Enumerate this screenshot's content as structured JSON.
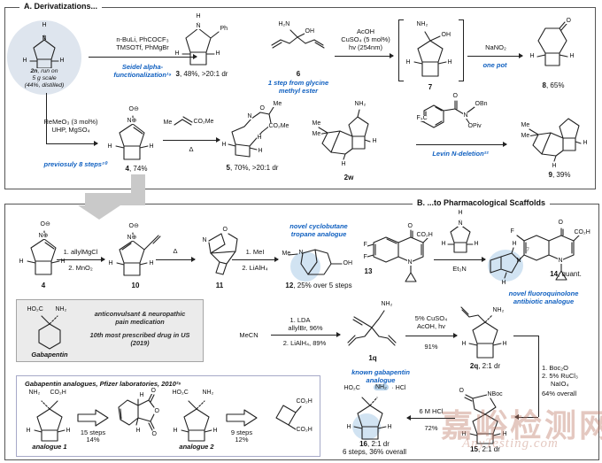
{
  "colors": {
    "annotation_blue": "#1060c0",
    "highlight_blue": "#b5d2ea",
    "panel_gray": "#ebebeb",
    "circle_fill": "#dee5ee",
    "gray_arrow": "#c9c9c9",
    "watermark": "rgba(190,125,105,0.42)"
  },
  "atoms": {
    "H": "H",
    "N": "N",
    "O": "O",
    "NH2": "NH₂",
    "H2N": "H₂N",
    "OH": "OH",
    "Me": "Me",
    "Ph": "Ph",
    "F": "F",
    "F3C": "F₃C",
    "CO2Me": "CO₂Me",
    "CO2H": "CO₂H",
    "HO2C": "HO₂C",
    "NBoc": "NBoc",
    "OBn": "OBn",
    "OPiv": "OPiv",
    "Om": "O⊖",
    "Np": "N⊕",
    "HCl": "· HCl",
    "pos7": "7"
  },
  "txt": {
    "a_title": "A. Derivatizations...",
    "b_title": "B. ...to Pharmacological Scaffolds",
    "c2n_1": "2n",
    "c2n_2": ", run on",
    "c2n_3": "5 g scale",
    "c2n_4": "(44%, distilled)",
    "r1a": "n-BuLi, PhCOCF₃",
    "r1b": "TMSOTf, PhMgBr",
    "r1n1": "Seidel alpha-",
    "r1n2": "functionalization¹⁹",
    "c3n": "3",
    "c3r": ", 48%, >20:1 dr",
    "c6n": "6",
    "c6n1": "1 step from glycine",
    "c6n2": "methyl ester",
    "r2a": "AcOH",
    "r2b": "CuSO₄ (5 mol%)",
    "r2c": "hv (254nm)",
    "c7n": "7",
    "r3a": "NaNO₂",
    "r3n": "one pot",
    "c8n": "8",
    "c8r": ", 65%",
    "r4a": "ReMeO₃ (3 mol%)",
    "r4b": "UHP, MgSO₄",
    "r4n": "previosuly 8 steps²⁰",
    "c4n": "4",
    "c4r": ", 74%",
    "r5n": "Δ",
    "c5n": "5",
    "c5r": ", 70%, >20:1 dr",
    "c2wn": "2w",
    "r6n": "Levin N-deletion²²",
    "c9n": "9",
    "c9r": ", 39%",
    "c4bn": "4",
    "rb1a": "1. allylMgCl",
    "rb1b": "2. MnO₂",
    "c10n": "10",
    "rb2a": "Δ",
    "c11n": "11",
    "rb3a": "1. MeI",
    "rb3b": "2. LiAlH₄",
    "c12n": "12",
    "c12r": ", 25% over 5 steps",
    "c12n1": "novel cyclobutane",
    "c12n2": "tropane analogue",
    "c13n": "13",
    "rb4b": "Et₃N",
    "c14n": "14",
    "c14r": ", quant.",
    "c14n1": "novel fluoroquinolone",
    "c14n2": "antibiotic analogue",
    "gaba": "Gabapentin",
    "g1": "anticonvulsant & neuropathic",
    "g2": "pain medication",
    "g3": "10th most prescribed drug in US",
    "g4": "(2019)",
    "mecn": "MeCN",
    "rb5a": "1. LDA",
    "rb5b": "allylBr, 96%",
    "rb5c": "2. LiAlH₄, 89%",
    "c1qn": "1q",
    "rb6a": "5% CuSO₄",
    "rb6b": "AcOH, hv",
    "rb6c": "91%",
    "c2qn": "2q",
    "c2qr": ", 2:1 dr",
    "rb7a": "1. Boc₂O",
    "rb7b": "2. 5% RuCl₃",
    "rb7c": "NaIO₄",
    "rb7d": "64% overall",
    "c15n": "15",
    "c15r": ", 2:1 dr",
    "rb8a": "6 M HCl",
    "rb8b": "72%",
    "c16n": "16",
    "c16r": ", 2:1 dr",
    "c16s": "6 steps, 36% overall",
    "c16n1": "known gabapentin",
    "c16n2": "analogue",
    "pfz": "Gabapentin analogues, Pfizer laboratories, 2010²⁵",
    "an1": "analogue 1",
    "p1a": "15 steps",
    "p1b": "14%",
    "an2": "analogue 2",
    "p2a": "9 steps",
    "p2b": "12%",
    "wm1": "嘉峪检测网",
    "wm2": "AnyTesting.com"
  }
}
